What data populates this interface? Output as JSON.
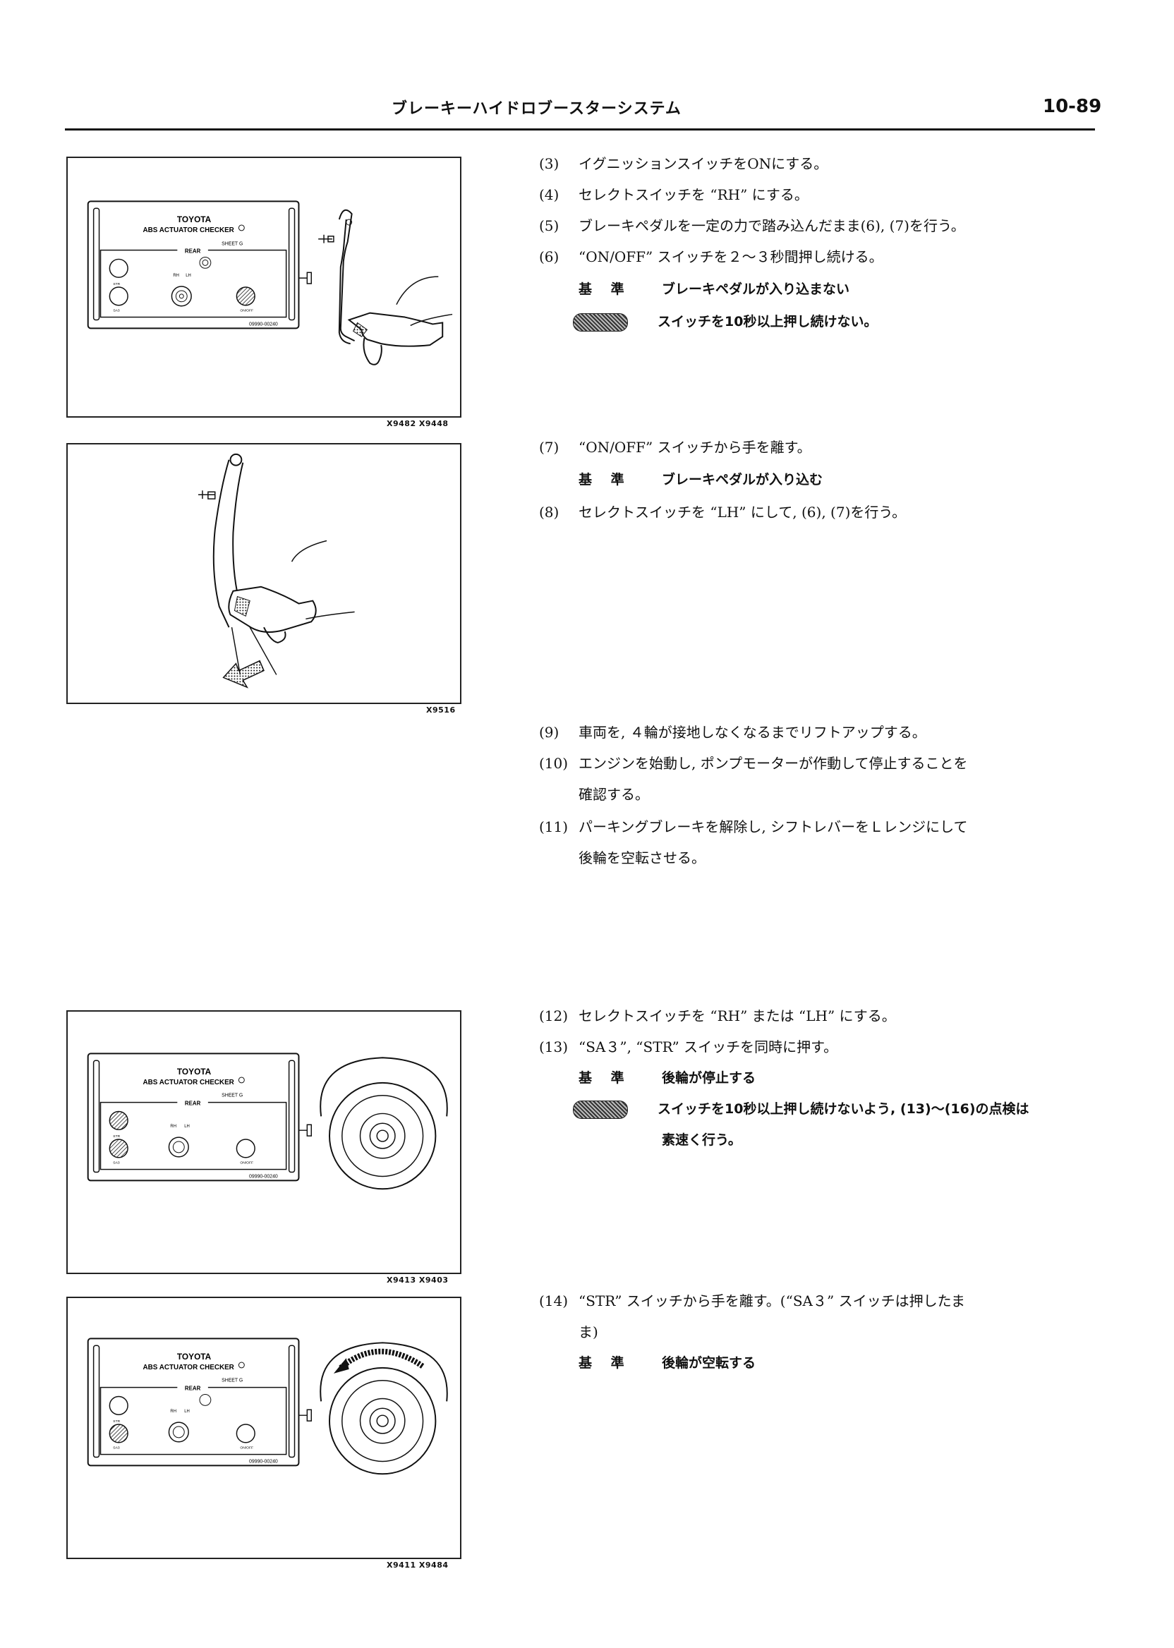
{
  "header": {
    "title": "ブレーキーハイドロブースターシステム",
    "page_number": "10-89"
  },
  "figures": {
    "fig1": {
      "code": "X9482   X9448",
      "checker": {
        "brand": "TOYOTA",
        "name": "ABS ACTUATOR CHECKER",
        "sheet": "SHEET G",
        "section": "REAR",
        "btn_left_top": "STR",
        "btn_left_bottom": "SA3",
        "btn_right": "ON/OFF",
        "selector_l": "RH",
        "selector_r": "LH",
        "part_no": "09990-00240"
      }
    },
    "fig2": {
      "code": "X9516"
    },
    "fig3": {
      "code": "X9413   X9403",
      "checker": {
        "brand": "TOYOTA",
        "name": "ABS ACTUATOR CHECKER",
        "sheet": "SHEET G",
        "section": "REAR",
        "btn_left_top": "STR",
        "btn_left_bottom": "SA3",
        "btn_right": "ON/OFF",
        "selector_l": "RH",
        "selector_r": "LH",
        "part_no": "09990-00240"
      }
    },
    "fig4": {
      "code": "X9411   X9484",
      "checker": {
        "brand": "TOYOTA",
        "name": "ABS ACTUATOR CHECKER",
        "sheet": "SHEET G",
        "section": "REAR",
        "btn_left_top": "STR",
        "btn_left_bottom": "SA3",
        "btn_right": "ON/OFF",
        "selector_l": "RH",
        "selector_r": "LH",
        "part_no": "09990-00240"
      }
    }
  },
  "steps": {
    "s3": {
      "num": "(3)",
      "text": "イグニッションスイッチをONにする。"
    },
    "s4": {
      "num": "(4)",
      "text": "セレクトスイッチを “RH” にする。"
    },
    "s5": {
      "num": "(5)",
      "text": "ブレーキペダルを一定の力で踏み込んだまま(6), (7)を行う。"
    },
    "s6": {
      "num": "(6)",
      "text": "“ON/OFF” スイッチを２～３秒間押し続ける。"
    },
    "s6_std": {
      "label": "基 準",
      "text": "ブレーキペダルが入り込まない"
    },
    "s6_caution": {
      "text": "スイッチを10秒以上押し続けない。"
    },
    "s7": {
      "num": "(7)",
      "text": "“ON/OFF” スイッチから手を離す。"
    },
    "s7_std": {
      "label": "基 準",
      "text": "ブレーキペダルが入り込む"
    },
    "s8": {
      "num": "(8)",
      "text": "セレクトスイッチを “LH” にして, (6), (7)を行う。"
    },
    "s9": {
      "num": "(9)",
      "text": "車両を, ４輪が接地しなくなるまでリフトアップする。"
    },
    "s10": {
      "num": "(10)",
      "text": "エンジンを始動し, ポンプモーターが作動して停止することを"
    },
    "s10b": "確認する。",
    "s11": {
      "num": "(11)",
      "text": "パーキングブレーキを解除し, シフトレバーをＬレンジにして"
    },
    "s11b": "後輪を空転させる。",
    "s12": {
      "num": "(12)",
      "text": "セレクトスイッチを “RH” または “LH” にする。"
    },
    "s13": {
      "num": "(13)",
      "text": "“SA３”, “STR” スイッチを同時に押す。"
    },
    "s13_std": {
      "label": "基 準",
      "text": "後輪が停止する"
    },
    "s13_caution": {
      "text": "スイッチを10秒以上押し続けないよう, (13)～(16)の点検は"
    },
    "s13_caution_b": "素速く行う。",
    "s14": {
      "num": "(14)",
      "text": "“STR” スイッチから手を離す。(“SA３” スイッチは押したま"
    },
    "s14b": "ま)",
    "s14_std": {
      "label": "基 準",
      "text": "後輪が空転する"
    }
  }
}
